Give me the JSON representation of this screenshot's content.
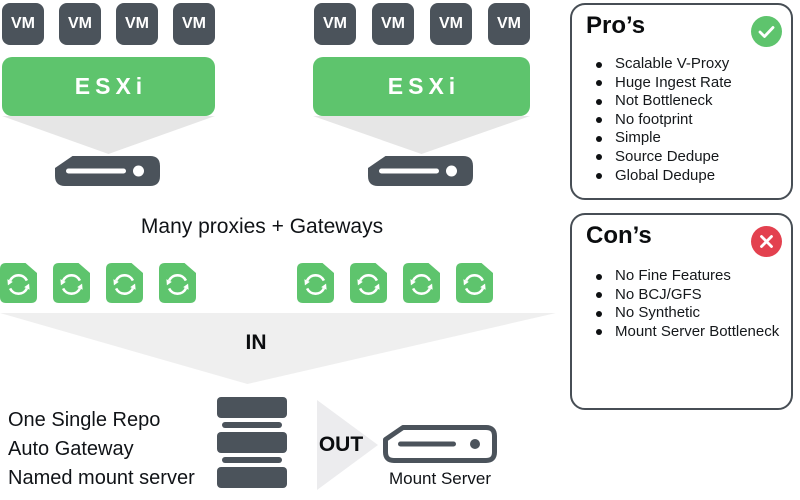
{
  "diagram": {
    "vm_label": "VM",
    "host_label": "ESXi",
    "caption": "Many proxies + Gateways",
    "in_label": "IN",
    "out_label": "OUT",
    "mount_server_label": "Mount Server",
    "notes": [
      "One Single Repo",
      "Auto Gateway",
      "Named mount server"
    ]
  },
  "pros": {
    "title": "Pro’s",
    "items": [
      "Scalable V-Proxy",
      "Huge Ingest Rate",
      "Not Bottleneck",
      "No footprint",
      "Simple",
      "Source Dedupe",
      "Global Dedupe"
    ]
  },
  "cons": {
    "title": "Con’s",
    "items": [
      "No Fine Features",
      "No BCJ/GFS",
      "No Synthetic",
      "Mount Server Bottleneck"
    ]
  },
  "colors": {
    "dark_slate": "#4b535b",
    "green": "#5ec46d",
    "red": "#e3414f",
    "funnel_light_gray": "#e6e6e6",
    "funnel_big_gray": "#efefef",
    "out_arrow_gray": "#ececee",
    "panel_border": "#474e55"
  }
}
